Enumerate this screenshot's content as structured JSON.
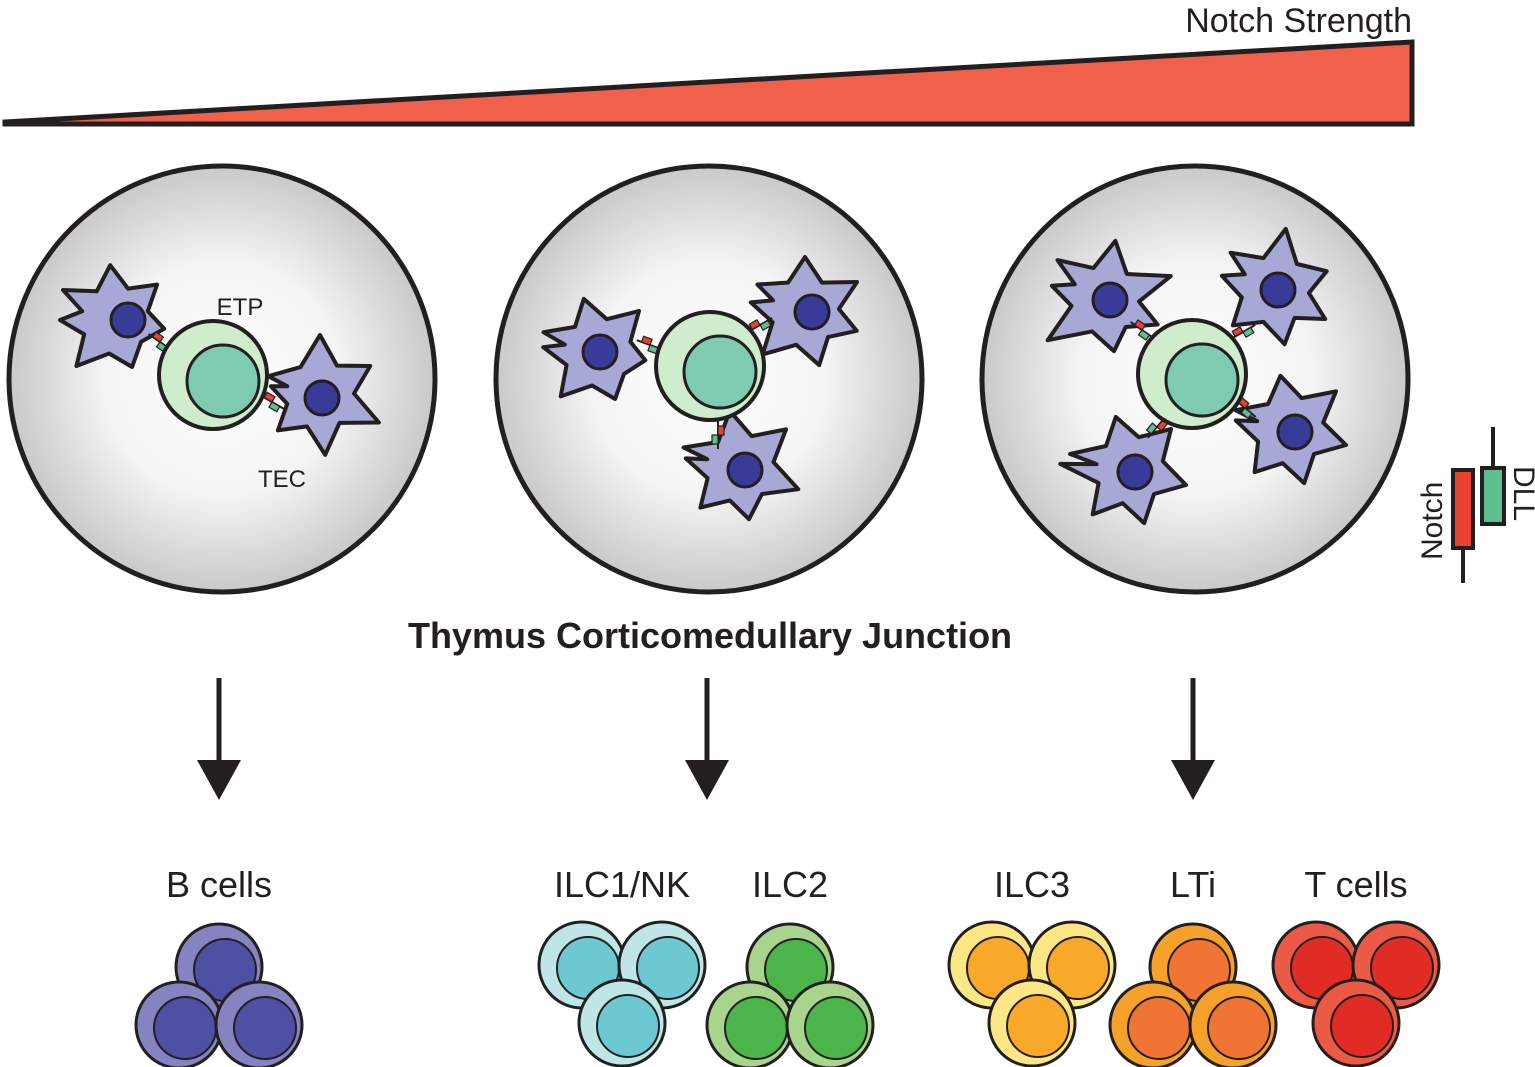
{
  "gradient": {
    "label": "Notch Strength"
  },
  "niche_labels": {
    "etp": "ETP",
    "tec": "TEC"
  },
  "legend": {
    "notch": "Notch",
    "dll": "DLL"
  },
  "junction_title": "Thymus Corticomedullary Junction",
  "outcomes": [
    {
      "label": "B cells"
    },
    {
      "label": "ILC1/NK"
    },
    {
      "label": "ILC2"
    },
    {
      "label": "ILC3"
    },
    {
      "label": "LTi"
    },
    {
      "label": "T cells"
    }
  ],
  "colors": {
    "gradient_fill": "#f0604a",
    "tec_fill": "#a8a8d6",
    "tec_nucleus": "#3a3a98",
    "etp_outer": "#cfeccd",
    "etp_inner": "#7ecbb2",
    "notch": "#e8412e",
    "dll": "#5dbf8f",
    "b_outer": "#8683c2",
    "b_inner": "#4f4fa3",
    "ilc1_outer": "#bfe6e6",
    "ilc1_inner": "#6cc9d1",
    "ilc2_outer": "#a8d58c",
    "ilc2_inner": "#4bb54b",
    "ilc3_outer": "#fde784",
    "ilc3_inner": "#f8a92a",
    "lti_outer": "#f7a12a",
    "lti_inner": "#f07433",
    "t_outer": "#ea5a44",
    "t_inner": "#e12b25"
  }
}
